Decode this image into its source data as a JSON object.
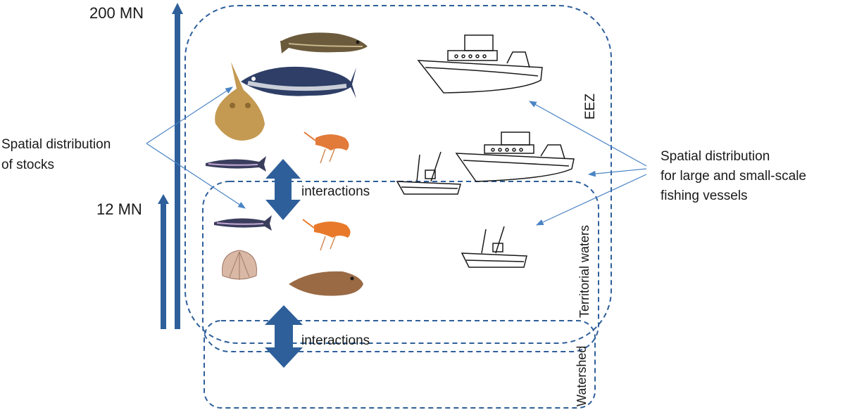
{
  "labels": {
    "range_200": "200 MN",
    "range_12": "12 MN",
    "stocks_line1": "Spatial distribution",
    "stocks_line2": "of stocks",
    "vessels_line1": "Spatial distribution",
    "vessels_line2": "for large and small-scale",
    "vessels_line3": "fishing vessels",
    "interactions_upper": "interactions",
    "interactions_lower": "interactions",
    "zone_eez": "EEZ",
    "zone_territorial": "Territorial waters",
    "zone_watershed": "Watershed"
  },
  "species_icons": [
    "cod-icon",
    "tuna-icon",
    "ray-icon",
    "shrimp-icon",
    "small-pelagic-fish-icon",
    "scallop-icon",
    "flatfish-icon"
  ],
  "vessel_icons": [
    "large-trawler-icon",
    "small-fishing-boat-icon"
  ],
  "colors": {
    "arrow_blue": "#2e5f9a",
    "zone_border": "#2e5f9a",
    "callout_line": "#4a84c4"
  }
}
